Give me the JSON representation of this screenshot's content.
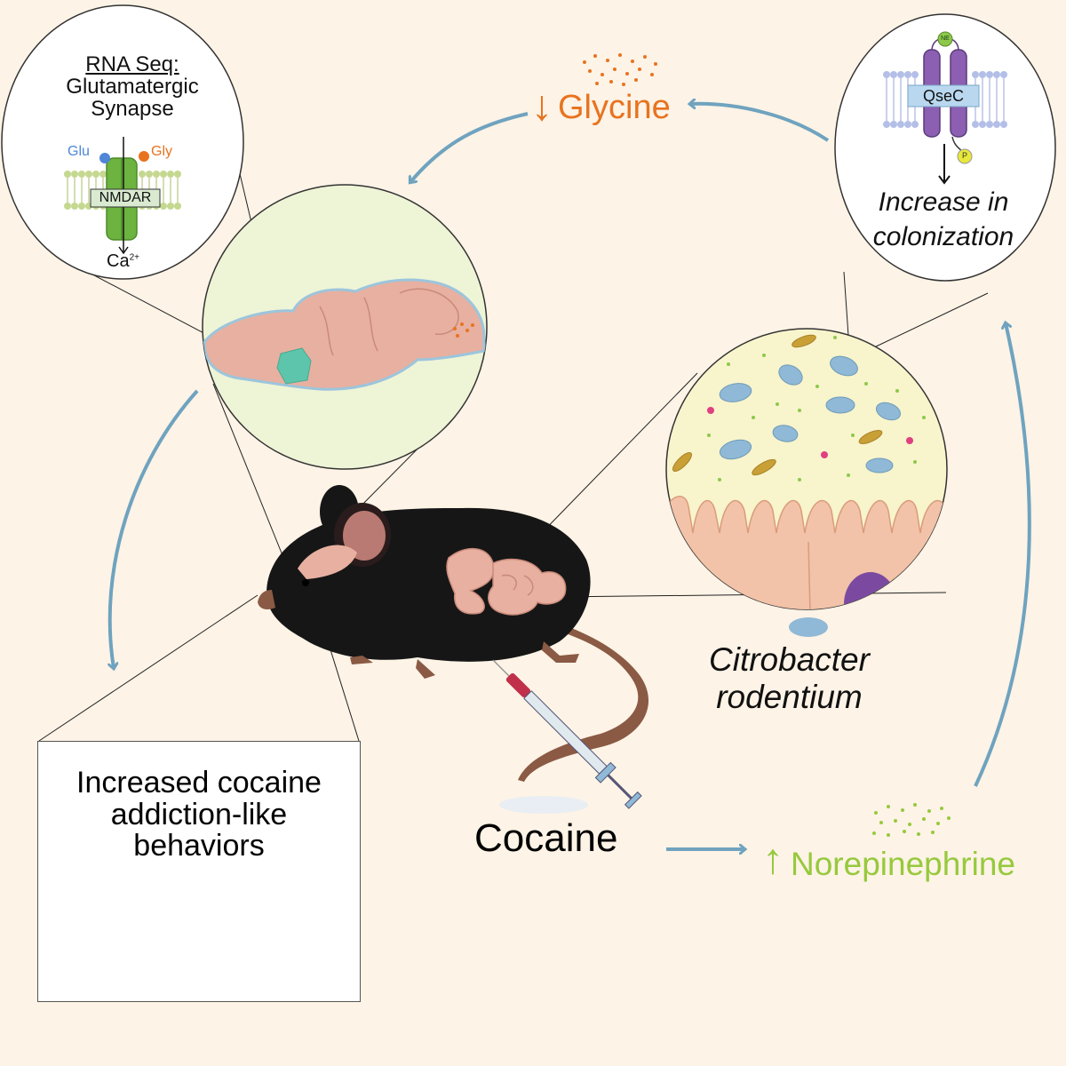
{
  "labels": {
    "glycine": "Glycine",
    "glycine_arrow": "↓",
    "norepinephrine": "Norepinephrine",
    "norepinephrine_arrow": "↑",
    "cocaine": "Cocaine",
    "citrobacter_line1": "Citrobacter",
    "citrobacter_line2": "rodentium",
    "rna_title": "RNA Seq:",
    "rna_line1": "Glutamatergic",
    "rna_line2": "Synapse",
    "glu": "Glu",
    "gly": "Gly",
    "nmdar": "NMDAR",
    "ca": "Ca",
    "ca_charge": "2+",
    "qsec": "QseC",
    "ne": "NE",
    "p": "P",
    "increase_line1": "Increase in",
    "increase_line2": "colonization",
    "behavior_line1": "Increased cocaine",
    "behavior_line2": "addiction-like",
    "behavior_line3": "behaviors"
  },
  "colors": {
    "background": "#fdf3e6",
    "arrow": "#6fa3bf",
    "glycine": "#e8731f",
    "norepinephrine": "#97c93d",
    "tissue": "#e8b0a0",
    "bacteria": "#8fb9d6",
    "mouse": "#161616"
  }
}
